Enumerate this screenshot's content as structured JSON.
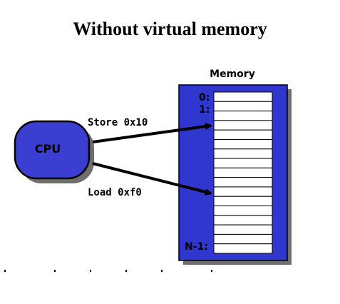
{
  "title": "Without virtual memory",
  "cpu": {
    "label": "CPU",
    "fill": "#3a3fd1",
    "shadow": "#6e6e6e"
  },
  "memory": {
    "label": "Memory",
    "fill": "#2f37cf",
    "shadow": "#6e6e6e",
    "cell_count": 17,
    "address_labels": [
      "0:",
      "1:",
      "N-1:"
    ]
  },
  "arrows": [
    {
      "label": "Store 0x10"
    },
    {
      "label": "Load 0xf0"
    }
  ]
}
